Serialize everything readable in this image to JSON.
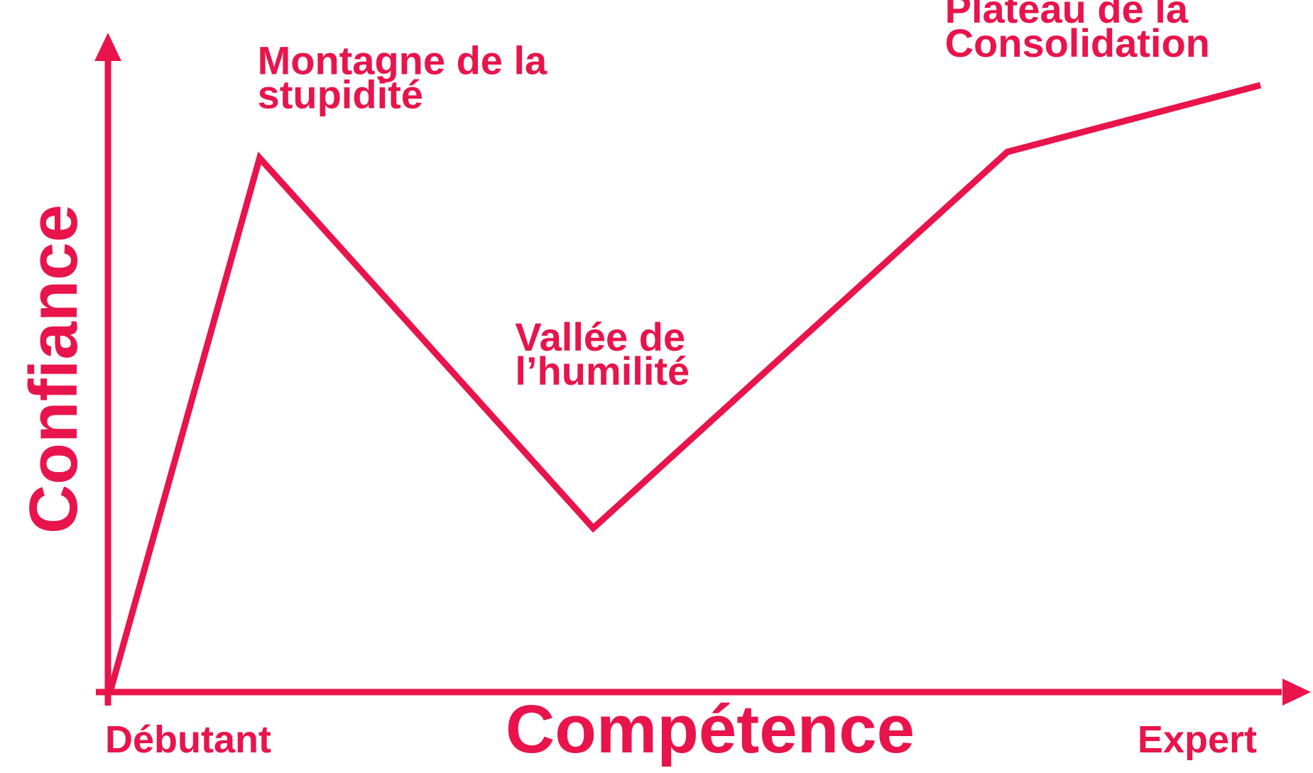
{
  "colors": {
    "accent": "#e8144b",
    "background": "#ffffff"
  },
  "chart_data": {
    "type": "line",
    "title": "",
    "xlabel": "Compétence",
    "ylabel": "Confiance",
    "x_tick_labels": [
      "Débutant",
      "Expert"
    ],
    "xlim": [
      0,
      100
    ],
    "ylim": [
      0,
      100
    ],
    "grid": false,
    "legend": "none",
    "series": [
      {
        "x": [
          0,
          13,
          42,
          78,
          100
        ],
        "y": [
          0,
          88,
          27,
          89,
          100
        ]
      }
    ],
    "annotations": [
      {
        "x": 13,
        "y": 88,
        "lines": [
          "Montagne de la",
          "stupidité"
        ]
      },
      {
        "x": 42,
        "y": 27,
        "lines": [
          "Vallée de",
          "l’humilité"
        ]
      },
      {
        "x": 78,
        "y": 89,
        "lines": [
          "Plateau de la",
          "Consolidation"
        ]
      }
    ]
  }
}
